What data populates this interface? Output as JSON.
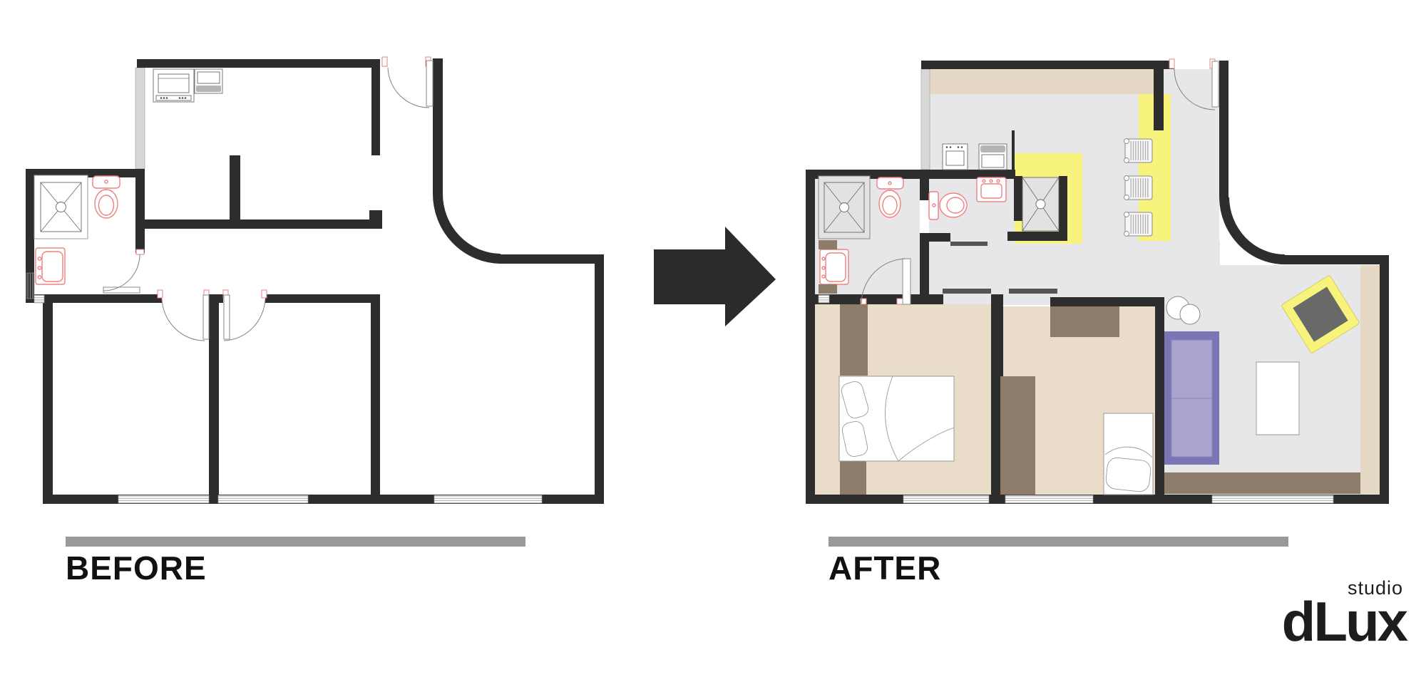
{
  "title": "Apartment renovation floor plans, before and after",
  "panels": {
    "before": {
      "label": "BEFORE",
      "rooms": [
        "kitchen",
        "living-room",
        "hall",
        "bathroom",
        "bedroom-left",
        "bedroom-middle",
        "open-living-dining"
      ],
      "fixtures": [
        "stove",
        "refrigerator",
        "shower-tray",
        "toilet",
        "washbasin",
        "hinged-doors",
        "windows",
        "curved-wall"
      ]
    },
    "after": {
      "label": "AFTER",
      "rooms": [
        "bathroom",
        "second-bathroom",
        "shower-cabin",
        "open-kitchen",
        "bar-area",
        "hall",
        "bedroom-1",
        "bedroom-2",
        "living-room"
      ],
      "furniture": [
        "oven",
        "washing-machine",
        "shower-tray",
        "toilet",
        "bidet-washbasin",
        "yellow-kitchen-counter",
        "yellow-bar-counter",
        "bar-stools",
        "double-bed",
        "single-bed",
        "wardrobes",
        "purple-sofa",
        "coffee-table",
        "yellow-lounge-chair",
        "side-tables",
        "tv-console",
        "balcony-counter",
        "sliding-doors",
        "windows"
      ]
    }
  },
  "arrow": {
    "direction": "right",
    "meaning": "transformation from before to after"
  },
  "logo": {
    "studio": "studio",
    "brand": "dLux"
  },
  "colors": {
    "wall": "#2d2d2d",
    "floor_gray": "#e7e7e9",
    "floor_beige": "#e9dcc8",
    "accent_yellow": "#f7f37c",
    "accent_tan": "#e5d9c6",
    "accent_brown": "#8d7c69",
    "sofa_purple_frame": "#7b74b5",
    "sofa_purple_cushion": "#a9a4cd",
    "fixture_red": "#ef8080",
    "furniture_dark_gray": "#696969",
    "caption_bar_gray": "#999999",
    "partition_light_gray": "#d8d8d8"
  }
}
